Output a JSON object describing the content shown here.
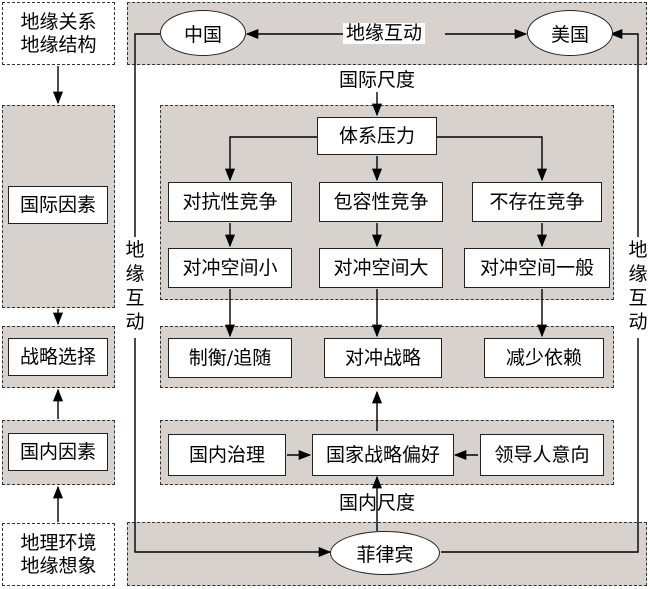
{
  "left_column": {
    "top_box": [
      "地缘关系",
      "地缘结构"
    ],
    "international_factors": "国际因素",
    "strategy_choice": "战略选择",
    "domestic_factors": "国内因素",
    "bottom_box": [
      "地理环境",
      "地缘想象"
    ]
  },
  "top_band": {
    "china": "中国",
    "usa": "美国",
    "interaction": "地缘互动"
  },
  "international_scale": "国际尺度",
  "system_pressure": {
    "title": "体系压力",
    "competition": [
      "对抗性竞争",
      "包容性竞争",
      "不存在竞争"
    ],
    "hedging_space": [
      "对冲空间小",
      "对冲空间大",
      "对冲空间一般"
    ]
  },
  "strategies": [
    "制衡/追随",
    "对冲战略",
    "减少依赖"
  ],
  "domestic_row": {
    "governance": "国内治理",
    "preference": "国家战略偏好",
    "leader": "领导人意向"
  },
  "domestic_scale": "国内尺度",
  "philippines": "菲律宾",
  "side_interaction_left": "地缘互动",
  "side_interaction_right": "地缘互动"
}
